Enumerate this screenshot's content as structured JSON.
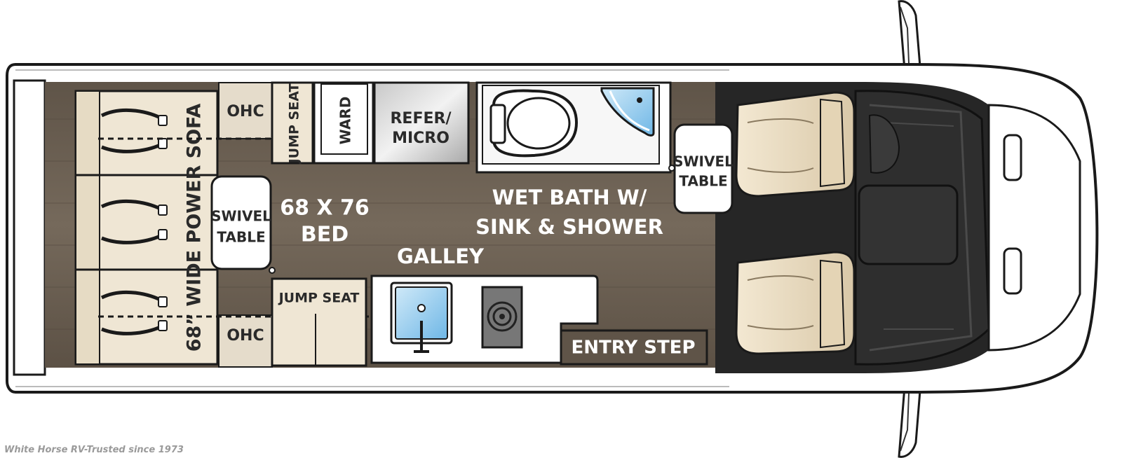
{
  "labels": {
    "sofa": "68” WIDE POWER SOFA",
    "ohc_top": "OHC",
    "ohc_bottom": "OHC",
    "jump_seat_top": "JUMP SEAT",
    "jump_seat_bottom": "JUMP SEAT",
    "ward": "WARD",
    "refer_line1": "REFER/",
    "refer_line2": "MICRO",
    "swivel_table_rear_line1": "SWIVEL",
    "swivel_table_rear_line2": "TABLE",
    "swivel_table_front_line1": "SWIVEL",
    "swivel_table_front_line2": "TABLE",
    "bed_line1": "68 X 76",
    "bed_line2": "BED",
    "bath_line1": "WET BATH W/",
    "bath_line2": "SINK & SHOWER",
    "galley": "GALLEY",
    "entry_step": "ENTRY STEP"
  },
  "watermark": "White Horse RV-Trusted since 1973",
  "colors": {
    "floor": "#6b5f52",
    "cab_floor": "#262626",
    "cabinet": "#efe6d4",
    "seat": "#e9dcc2",
    "body": "#ffffff",
    "outline": "#1a1a1a",
    "water": "#8cc8ec",
    "label_dark": "#2a2a2a",
    "label_light": "#ffffff"
  }
}
